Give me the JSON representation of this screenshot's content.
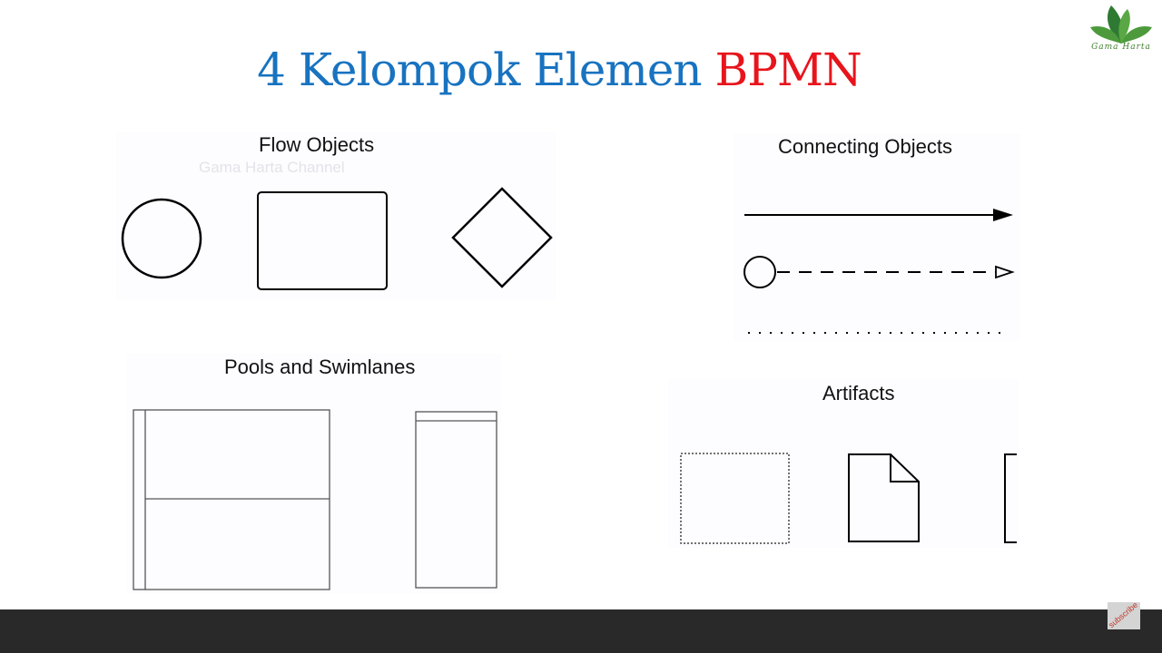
{
  "title": {
    "main": "4 Kelompok Elemen ",
    "accent": "BPMN"
  },
  "logo": {
    "text": "Gama Harta"
  },
  "watermark": "Gama Harta Channel",
  "panels": {
    "flow_objects": {
      "title": "Flow Objects"
    },
    "connecting_objects": {
      "title": "Connecting Objects"
    },
    "pools_swimlanes": {
      "title": "Pools and Swimlanes"
    },
    "artifacts": {
      "title": "Artifacts"
    }
  },
  "badge": {
    "text": "subscribe"
  },
  "colors": {
    "title_blue": "#1873c0",
    "title_red": "#e8141c",
    "logo_green": "#3e7d2c",
    "bottom_bar": "#292929"
  }
}
